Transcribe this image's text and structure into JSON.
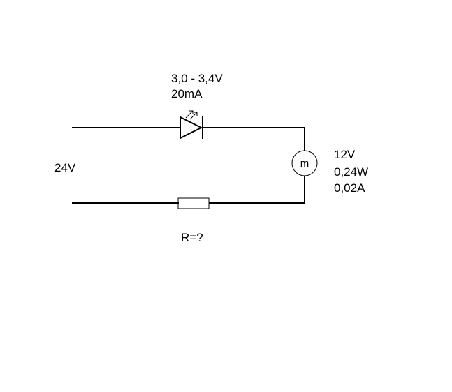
{
  "supply": {
    "voltage_label": "24V"
  },
  "led": {
    "voltage_label": "3,0 - 3,4V",
    "current_label": "20mA",
    "icon": "led-icon"
  },
  "motor": {
    "symbol_letter": "m",
    "voltage_label": "12V",
    "power_label": "0,24W",
    "current_label": "0,02A",
    "icon": "motor-icon"
  },
  "resistor": {
    "value_label": "R=?",
    "icon": "resistor-icon"
  },
  "colors": {
    "line": "#000000",
    "background": "#ffffff"
  }
}
